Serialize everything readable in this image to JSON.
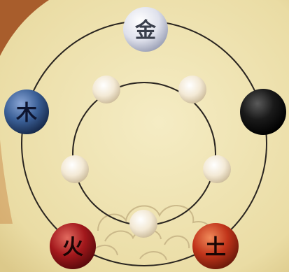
{
  "elements": [
    {
      "id": "metal",
      "glyph": "金",
      "glyph_color": "#3a3f4c"
    },
    {
      "id": "wood",
      "glyph": "木",
      "glyph_color": "#0d1530"
    },
    {
      "id": "water",
      "glyph": "",
      "glyph_color": "#222222"
    },
    {
      "id": "fire",
      "glyph": "火",
      "glyph_color": "#1a0404"
    },
    {
      "id": "earth",
      "glyph": "土",
      "glyph_color": "#1a0604"
    }
  ],
  "pearls_count": 5,
  "colors": {
    "background": "#efe4b0",
    "corner_brown": "#a85d2c",
    "ring": "#2a2520",
    "metal": "#e9eaf2",
    "wood": "#2e4f82",
    "water": "#161616",
    "fire": "#a3181c",
    "earth": "#c1341a",
    "pearl": "#f4ecdc",
    "cloud": "#d9cba0"
  }
}
